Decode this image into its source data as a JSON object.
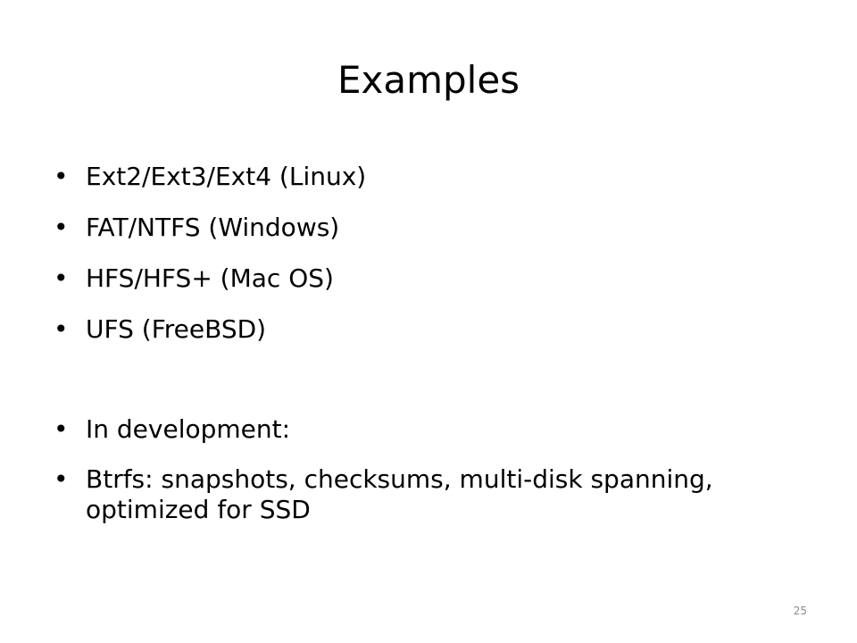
{
  "slide": {
    "title": "Examples",
    "bullets": [
      "Ext2/Ext3/Ext4 (Linux)",
      "FAT/NTFS (Windows)",
      "HFS/HFS+ (Mac OS)",
      "UFS (FreeBSD)",
      "In development:",
      "Btrfs: snapshots, checksums, multi-disk spanning, optimized for SSD"
    ],
    "bullet_glyph": "•",
    "page_number": "25"
  }
}
